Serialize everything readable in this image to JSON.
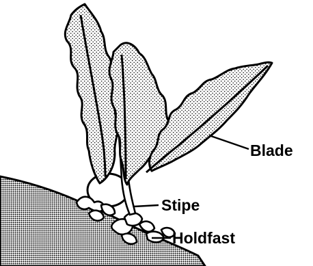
{
  "diagram": {
    "labels": {
      "blade": "Blade",
      "stipe": "Stipe",
      "holdfast": "Holdfast"
    },
    "colors": {
      "ink": "#000000",
      "paper": "#ffffff",
      "stipple": "#bdbdbd",
      "rock": "#555555"
    }
  }
}
